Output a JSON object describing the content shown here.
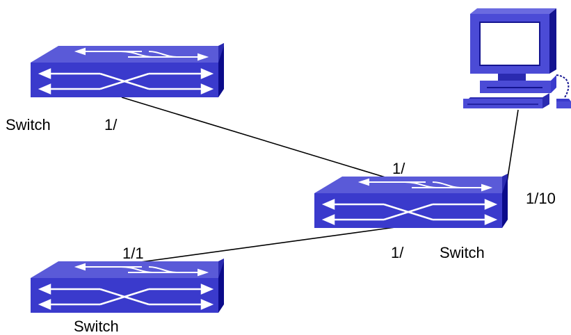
{
  "labels": {
    "switch_a": "Switch",
    "switch_a_port": "1/",
    "switch_b_port_top": "1/",
    "switch_b_port_right": "1/10",
    "switch_b_port_bottom": "1/",
    "switch_b": "Switch",
    "switch_c_port": "1/1",
    "switch_c": "Switch"
  },
  "icons": {
    "switch": "network-switch-icon",
    "pc": "desktop-computer-icon"
  },
  "colors": {
    "switch_top": "#5a5ad8",
    "switch_front": "#3a3acc",
    "switch_side": "#0b0b8a",
    "arrow": "#ffffff",
    "link": "#000000",
    "pc_body": "#4b4bd6",
    "pc_dark": "#141490",
    "pc_screen": "#ffffff"
  }
}
